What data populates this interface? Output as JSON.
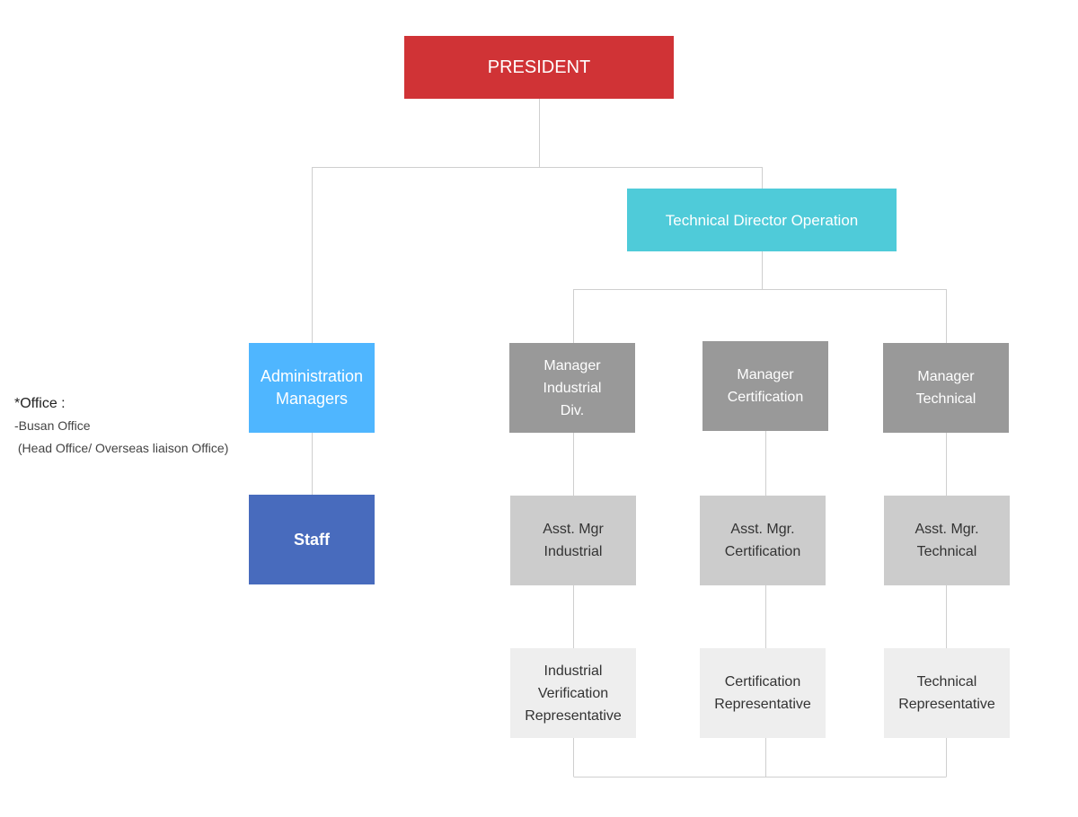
{
  "org_chart": {
    "president": "PRESIDENT",
    "technical_director": "Technical Director Operation",
    "administration": "Administration\nManagers",
    "staff": "Staff",
    "managers": {
      "industrial": "Manager\nIndustrial\nDiv.",
      "certification": "Manager\nCertification",
      "technical": "Manager\nTechnical"
    },
    "assistant_managers": {
      "industrial": "Asst. Mgr\nIndustrial",
      "certification": "Asst. Mgr.\nCertification",
      "technical": "Asst. Mgr.\nTechnical"
    },
    "representatives": {
      "industrial": "Industrial\nVerification\nRepresentative",
      "certification": "Certification\nRepresentative",
      "technical": "Technical\nRepresentative"
    }
  },
  "office_note": {
    "title": "*Office :",
    "line1": "-Busan Office",
    "line2": " (Head Office/ Overseas liaison Office)"
  },
  "colors": {
    "president": "#d03336",
    "technical_director": "#4fcbd9",
    "administration": "#4fb6ff",
    "staff": "#486bbd",
    "manager": "#999999",
    "assistant_manager": "#cccccc",
    "representative": "#eeeeee",
    "connector": "#cfcfcf"
  }
}
